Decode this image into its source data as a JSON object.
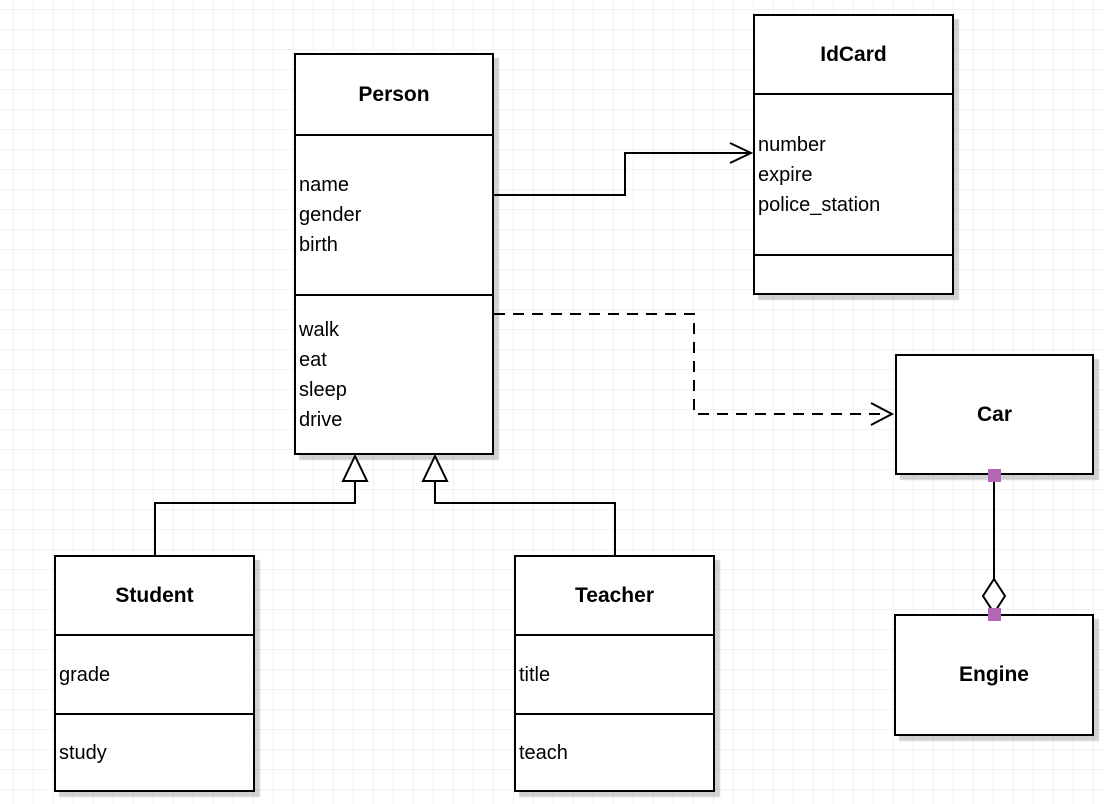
{
  "diagram": {
    "kind": "uml-class-diagram",
    "canvas": {
      "grid_visible": true,
      "grid_color": "#f2f2f2",
      "background_color": "#ffffff",
      "box_border_color": "#000000",
      "box_fill_color": "#ffffff",
      "text_color": "#000000",
      "connection_handle_color": "#b466b4"
    },
    "classes": [
      {
        "name": "Person",
        "attributes": [
          "name",
          "gender",
          "birth"
        ],
        "methods": [
          "walk",
          "eat",
          "sleep",
          "drive"
        ]
      },
      {
        "name": "IdCard",
        "attributes": [
          "number",
          "expire",
          "police_station"
        ],
        "methods": []
      },
      {
        "name": "Car",
        "attributes": [],
        "methods": []
      },
      {
        "name": "Engine",
        "attributes": [],
        "methods": []
      },
      {
        "name": "Student",
        "attributes": [
          "grade"
        ],
        "methods": [
          "study"
        ]
      },
      {
        "name": "Teacher",
        "attributes": [
          "title"
        ],
        "methods": [
          "teach"
        ]
      }
    ],
    "relationships": [
      {
        "from": "Person",
        "to": "IdCard",
        "type": "association",
        "line_style": "solid",
        "arrowhead": "open-arrow"
      },
      {
        "from": "Person",
        "to": "Car",
        "type": "dependency",
        "line_style": "dashed",
        "arrowhead": "open-arrow"
      },
      {
        "from": "Student",
        "to": "Person",
        "type": "generalization",
        "line_style": "solid",
        "arrowhead": "hollow-triangle"
      },
      {
        "from": "Teacher",
        "to": "Person",
        "type": "generalization",
        "line_style": "solid",
        "arrowhead": "hollow-triangle"
      },
      {
        "from": "Car",
        "to": "Engine",
        "type": "aggregation",
        "line_style": "solid",
        "arrowhead": "hollow-diamond"
      }
    ]
  }
}
